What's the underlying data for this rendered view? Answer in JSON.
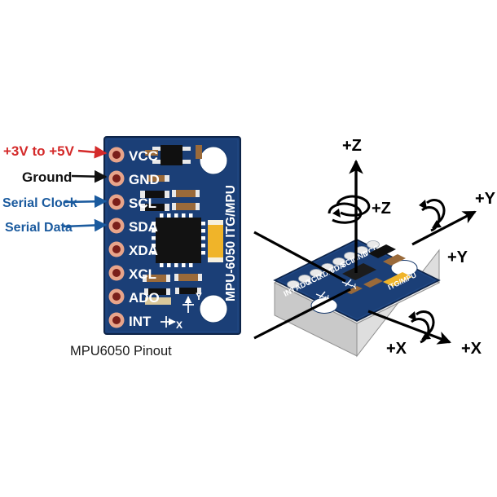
{
  "figure": {
    "background_color": "#ffffff",
    "caption": "MPU6050 Pinout",
    "caption_color": "#1a1a1a"
  },
  "colors": {
    "pcb_blue": "#1b3f77",
    "pcb_blue_dark": "#14305c",
    "pcb_edge": "#0e2448",
    "pad_ring": "#e8a48a",
    "pad_hole": "#7a1f1a",
    "silkscreen_white": "#ffffff",
    "chip_black": "#121212",
    "component_black": "#101010",
    "component_tan": "#9a6a3a",
    "component_yellow": "#f0b429",
    "substrate_gray": "#d8d8d8",
    "substrate_gray_dark": "#b9b9b9",
    "power_red": "#d42a2a",
    "ground_black": "#111111",
    "serial_blue": "#1a5a9e",
    "axis_black": "#000000"
  },
  "left_panel": {
    "title": "MPU6050 Pinout",
    "board_name": "MPU-6050 ITG/MPU",
    "pins": [
      {
        "name": "VCC",
        "index": 1
      },
      {
        "name": "GND",
        "index": 2
      },
      {
        "name": "SCL",
        "index": 3
      },
      {
        "name": "SDA",
        "index": 4
      },
      {
        "name": "XDA",
        "index": 5
      },
      {
        "name": "XCL",
        "index": 6
      },
      {
        "name": "ADO",
        "index": 7
      },
      {
        "name": "INT",
        "index": 8
      }
    ],
    "annotations": [
      {
        "text": "+3V to +5V",
        "target_pin": "VCC",
        "color": "#d42a2a"
      },
      {
        "text": "Ground",
        "target_pin": "GND",
        "color": "#111111"
      },
      {
        "text": "Serial Clock",
        "target_pin": "SCL",
        "color": "#1a5a9e"
      },
      {
        "text": "Serial Data",
        "target_pin": "SDA",
        "color": "#1a5a9e"
      }
    ],
    "board_axis_marks": [
      {
        "label": "Y",
        "orientation": "vertical"
      },
      {
        "label": "X",
        "orientation": "horizontal"
      }
    ]
  },
  "right_panel": {
    "board_name": "ITG/MPU",
    "pins": [
      "VCC",
      "GND",
      "SCL",
      "SDA",
      "XDA",
      "XCL",
      "ADO",
      "INT"
    ],
    "axes": [
      {
        "label": "+Z",
        "type": "linear",
        "direction": "up"
      },
      {
        "label": "+Z",
        "type": "rotational",
        "direction": "about-z"
      },
      {
        "label": "+Y",
        "type": "linear",
        "direction": "upper-right"
      },
      {
        "label": "+Y",
        "type": "rotational",
        "direction": "about-y"
      },
      {
        "label": "+X",
        "type": "linear",
        "direction": "lower-right"
      },
      {
        "label": "+X",
        "type": "rotational",
        "direction": "about-x"
      }
    ],
    "board_axis_marks": [
      {
        "label": "X"
      },
      {
        "label": "Y"
      }
    ]
  }
}
